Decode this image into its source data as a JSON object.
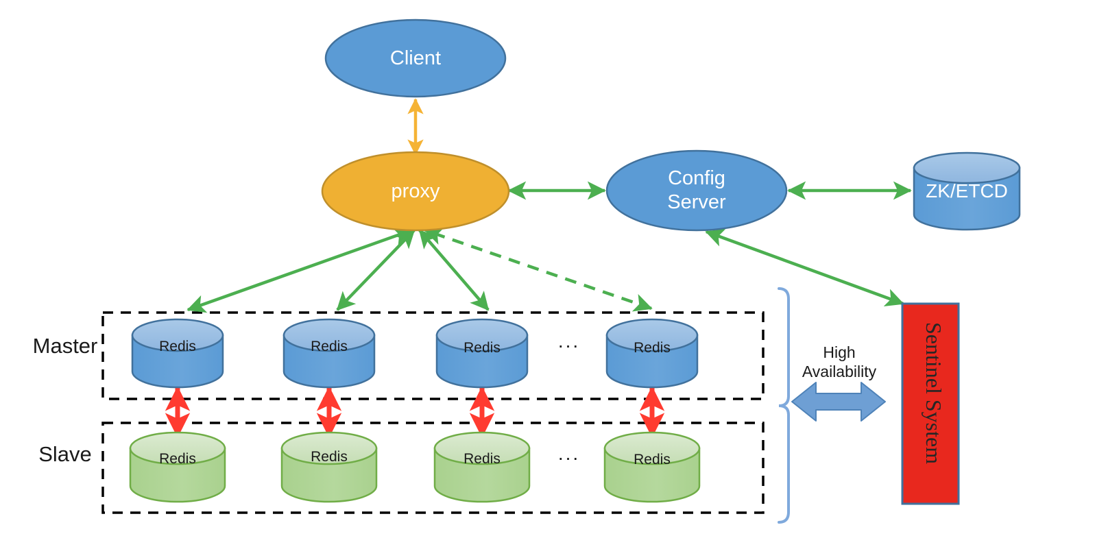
{
  "diagram": {
    "title": "Redis proxy cluster architecture with sentinel high availability",
    "colors": {
      "node_blue_fill": "#5B9BD5",
      "node_blue_stroke": "#41719C",
      "proxy_amber_fill": "#EFB033",
      "proxy_amber_stroke": "#BF8F2B",
      "slave_green_fill": "#A9D18E",
      "slave_green_stroke": "#70AD47",
      "sentinel_red_fill": "#E8281E",
      "sentinel_red_stroke": "#41719C",
      "arrow_green": "#4CAF50",
      "arrow_red": "#FF3B30",
      "arrow_amber": "#F5B335",
      "arrow_blue": "#6E9FD4",
      "brace_blue": "#7FA9DC",
      "dashed_box": "#000000"
    }
  },
  "nodes": {
    "client": {
      "label": "Client",
      "shape": "ellipse"
    },
    "proxy": {
      "label": "proxy",
      "shape": "ellipse"
    },
    "config_server": {
      "label": "Config\nServer",
      "shape": "ellipse"
    },
    "zk_etcd": {
      "label": "ZK/ETCD",
      "shape": "cylinder"
    },
    "sentinel": {
      "label": "Sentinel System",
      "shape": "rectangle"
    }
  },
  "groups": {
    "master": {
      "label": "Master",
      "ellipsis": "...",
      "nodes": [
        {
          "label": "Redis"
        },
        {
          "label": "Redis"
        },
        {
          "label": "Redis"
        },
        {
          "label": "Redis"
        }
      ]
    },
    "slave": {
      "label": "Slave",
      "ellipsis": "...",
      "nodes": [
        {
          "label": "Redis"
        },
        {
          "label": "Redis"
        },
        {
          "label": "Redis"
        },
        {
          "label": "Redis"
        }
      ]
    }
  },
  "annotations": {
    "high_availability": "High\nAvailability"
  },
  "edges": [
    {
      "from": "proxy",
      "to": "client",
      "style": "solid",
      "color": "amber",
      "heads": "both"
    },
    {
      "from": "proxy",
      "to": "config_server",
      "style": "solid",
      "color": "green",
      "heads": "both"
    },
    {
      "from": "config_server",
      "to": "zk_etcd",
      "style": "solid",
      "color": "green",
      "heads": "both"
    },
    {
      "from": "config_server",
      "to": "sentinel",
      "style": "solid",
      "color": "green",
      "heads": "both"
    },
    {
      "from": "master_1",
      "to": "proxy",
      "style": "solid",
      "color": "green",
      "heads": "both"
    },
    {
      "from": "master_2",
      "to": "proxy",
      "style": "solid",
      "color": "green",
      "heads": "both"
    },
    {
      "from": "master_3",
      "to": "proxy",
      "style": "solid",
      "color": "green",
      "heads": "both"
    },
    {
      "from": "master_4",
      "to": "proxy",
      "style": "dashed",
      "color": "green",
      "heads": "both"
    },
    {
      "from": "master_1",
      "to": "slave_1",
      "style": "solid",
      "color": "red",
      "heads": "both"
    },
    {
      "from": "master_2",
      "to": "slave_2",
      "style": "solid",
      "color": "red",
      "heads": "both"
    },
    {
      "from": "master_3",
      "to": "slave_3",
      "style": "solid",
      "color": "red",
      "heads": "both"
    },
    {
      "from": "master_4",
      "to": "slave_4",
      "style": "solid",
      "color": "red",
      "heads": "both"
    },
    {
      "from": "cluster_brace",
      "to": "sentinel",
      "style": "block-arrow",
      "color": "blue",
      "heads": "both"
    }
  ]
}
